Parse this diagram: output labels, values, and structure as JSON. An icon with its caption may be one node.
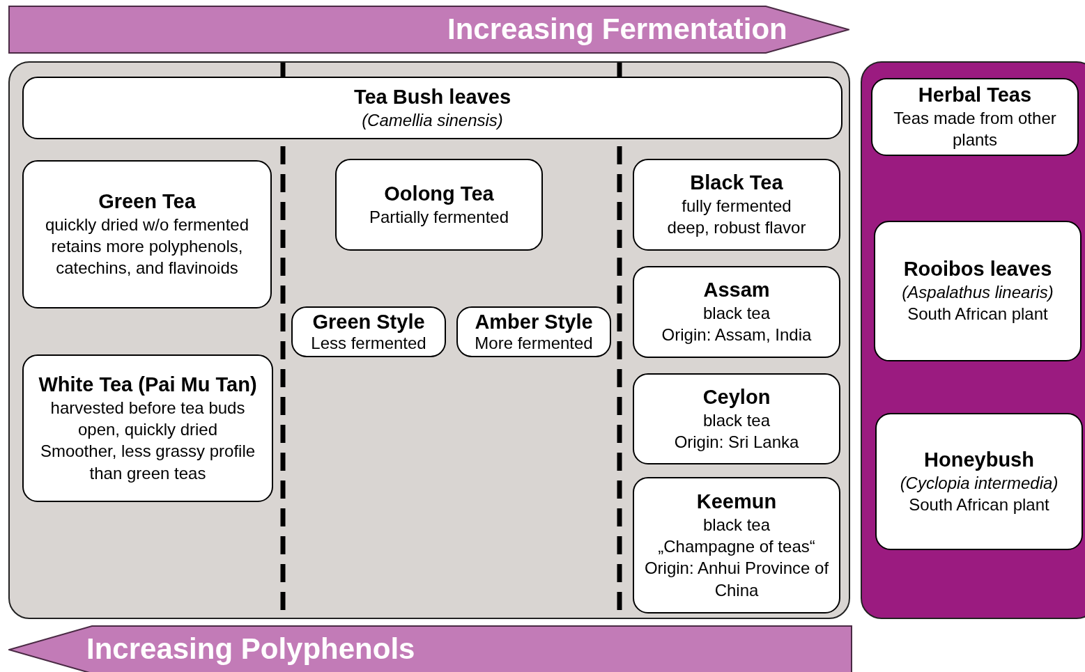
{
  "diagram": {
    "nodes": [
      {
        "text": [
          "Increasing Fermentation"
        ]
      },
      {
        "text": [],
        "shape": "box"
      },
      {
        "text": [
          "Tea Bush leaves",
          "(Camellia sinensis)"
        ],
        "in": 1
      },
      {
        "text": [
          "Green Tea",
          "quickly dried w/o fermented",
          "retains more polyphenols, catechins, and flavinoids"
        ],
        "in": 1
      },
      {
        "text": [
          "White Tea (Pai Mu Tan)",
          "harvested before tea buds open, quickly dried",
          "Smoother, less grassy profile than green teas"
        ],
        "in": 1
      },
      {
        "text": [
          "Oolong Tea",
          "Partially fermented"
        ],
        "in": 1
      },
      {
        "text": [
          "Green Style",
          "Less fermented"
        ],
        "in": 1
      },
      {
        "text": [
          "Amber Style",
          "More fermented"
        ],
        "in": 1
      },
      {
        "text": [
          "Black Tea",
          "fully fermented",
          "deep, robust flavor"
        ],
        "in": 1
      },
      {
        "text": [
          "Assam",
          "black tea",
          "Origin: Assam, India"
        ],
        "in": 1
      },
      {
        "text": [
          "Ceylon",
          "black tea",
          "Origin: Sri Lanka"
        ],
        "in": 1
      },
      {
        "text": [
          "Keemun",
          "black tea",
          "„Champagne of teas“",
          "Origin: Anhui Province of China"
        ],
        "in": 1
      },
      {
        "text": [],
        "shape": "box"
      },
      {
        "text": [
          "Herbal Teas",
          "Teas made from other plants"
        ],
        "in": 12
      },
      {
        "text": [
          "Rooibos leaves",
          "(Aspalathus linearis)",
          "South African plant"
        ],
        "in": 12
      },
      {
        "text": [
          "Honeybush",
          "(Cyclopia intermedia)",
          "South African plant"
        ],
        "in": 12
      },
      {
        "text": [
          "Increasing Polyphenols"
        ]
      }
    ],
    "edges": []
  }
}
